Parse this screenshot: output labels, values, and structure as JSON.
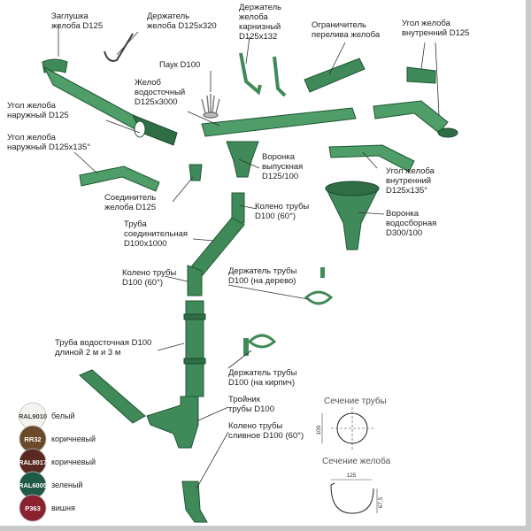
{
  "labels": {
    "end_cap": [
      "Заглушка",
      "желоба D125"
    ],
    "gutter_holder": [
      "Держатель",
      "желоба D125x320"
    ],
    "eaves_holder": [
      "Держатель",
      "желоба",
      "карнизный",
      "D125x132"
    ],
    "overflow_limiter": [
      "Ограничитель",
      "перелива желоба"
    ],
    "inner_corner": [
      "Угол желоба",
      "внутренний D125"
    ],
    "spider": [
      "Паук D100"
    ],
    "gutter": [
      "Желоб",
      "водосточный",
      "D125x3000"
    ],
    "outer_corner": [
      "Угол желоба",
      "наружный D125"
    ],
    "outer_corner_135": [
      "Угол желоба",
      "наружный D125x135°"
    ],
    "outlet_funnel": [
      "Воронка",
      "выпускная",
      "D125/100"
    ],
    "inner_corner_135": [
      "Угол желоба",
      "внутренний",
      "D125x135°"
    ],
    "connector": [
      "Соединитель",
      "желоба D125"
    ],
    "pipe_elbow_top": [
      "Колено трубы",
      "D100 (60°)"
    ],
    "collecting_funnel": [
      "Воронка",
      "водосборная",
      "D300/100"
    ],
    "connecting_pipe": [
      "Труба",
      "соединительная",
      "D100x1000"
    ],
    "pipe_elbow_mid": [
      "Колено трубы",
      "D100 (60°)"
    ],
    "pipe_holder_wood": [
      "Держатель трубы",
      "D100 (на дерево)"
    ],
    "downpipe": [
      "Труба водосточная D100",
      "длиной 2 м и 3 м"
    ],
    "pipe_holder_brick": [
      "Держатель трубы",
      "D100 (на кирпич)"
    ],
    "tee": [
      "Тройник",
      "трубы D100"
    ],
    "drain_elbow": [
      "Колено трубы",
      "сливное D100 (60°)"
    ]
  },
  "sections": {
    "pipe_title": "Сечение трубы",
    "pipe_dim": "100",
    "gutter_title": "Сечение желоба",
    "gutter_width": "125",
    "gutter_depth": "67,5"
  },
  "swatches": [
    {
      "code": "RAL9010",
      "name": "белый",
      "color": "#f3f3ef",
      "text_color": "#444444"
    },
    {
      "code": "RR32",
      "name": "коричневый",
      "color": "#6b4a2a",
      "text_color": "#ffffff"
    },
    {
      "code": "RAL8017",
      "name": "коричневый",
      "color": "#5a2a22",
      "text_color": "#ffffff"
    },
    {
      "code": "RAL6005",
      "name": "зеленый",
      "color": "#1f5a45",
      "text_color": "#ffffff"
    },
    {
      "code": "P363",
      "name": "вишня",
      "color": "#8a2230",
      "text_color": "#ffffff"
    }
  ],
  "colors": {
    "product": "#3f8a58",
    "product_dark": "#1f5733"
  }
}
